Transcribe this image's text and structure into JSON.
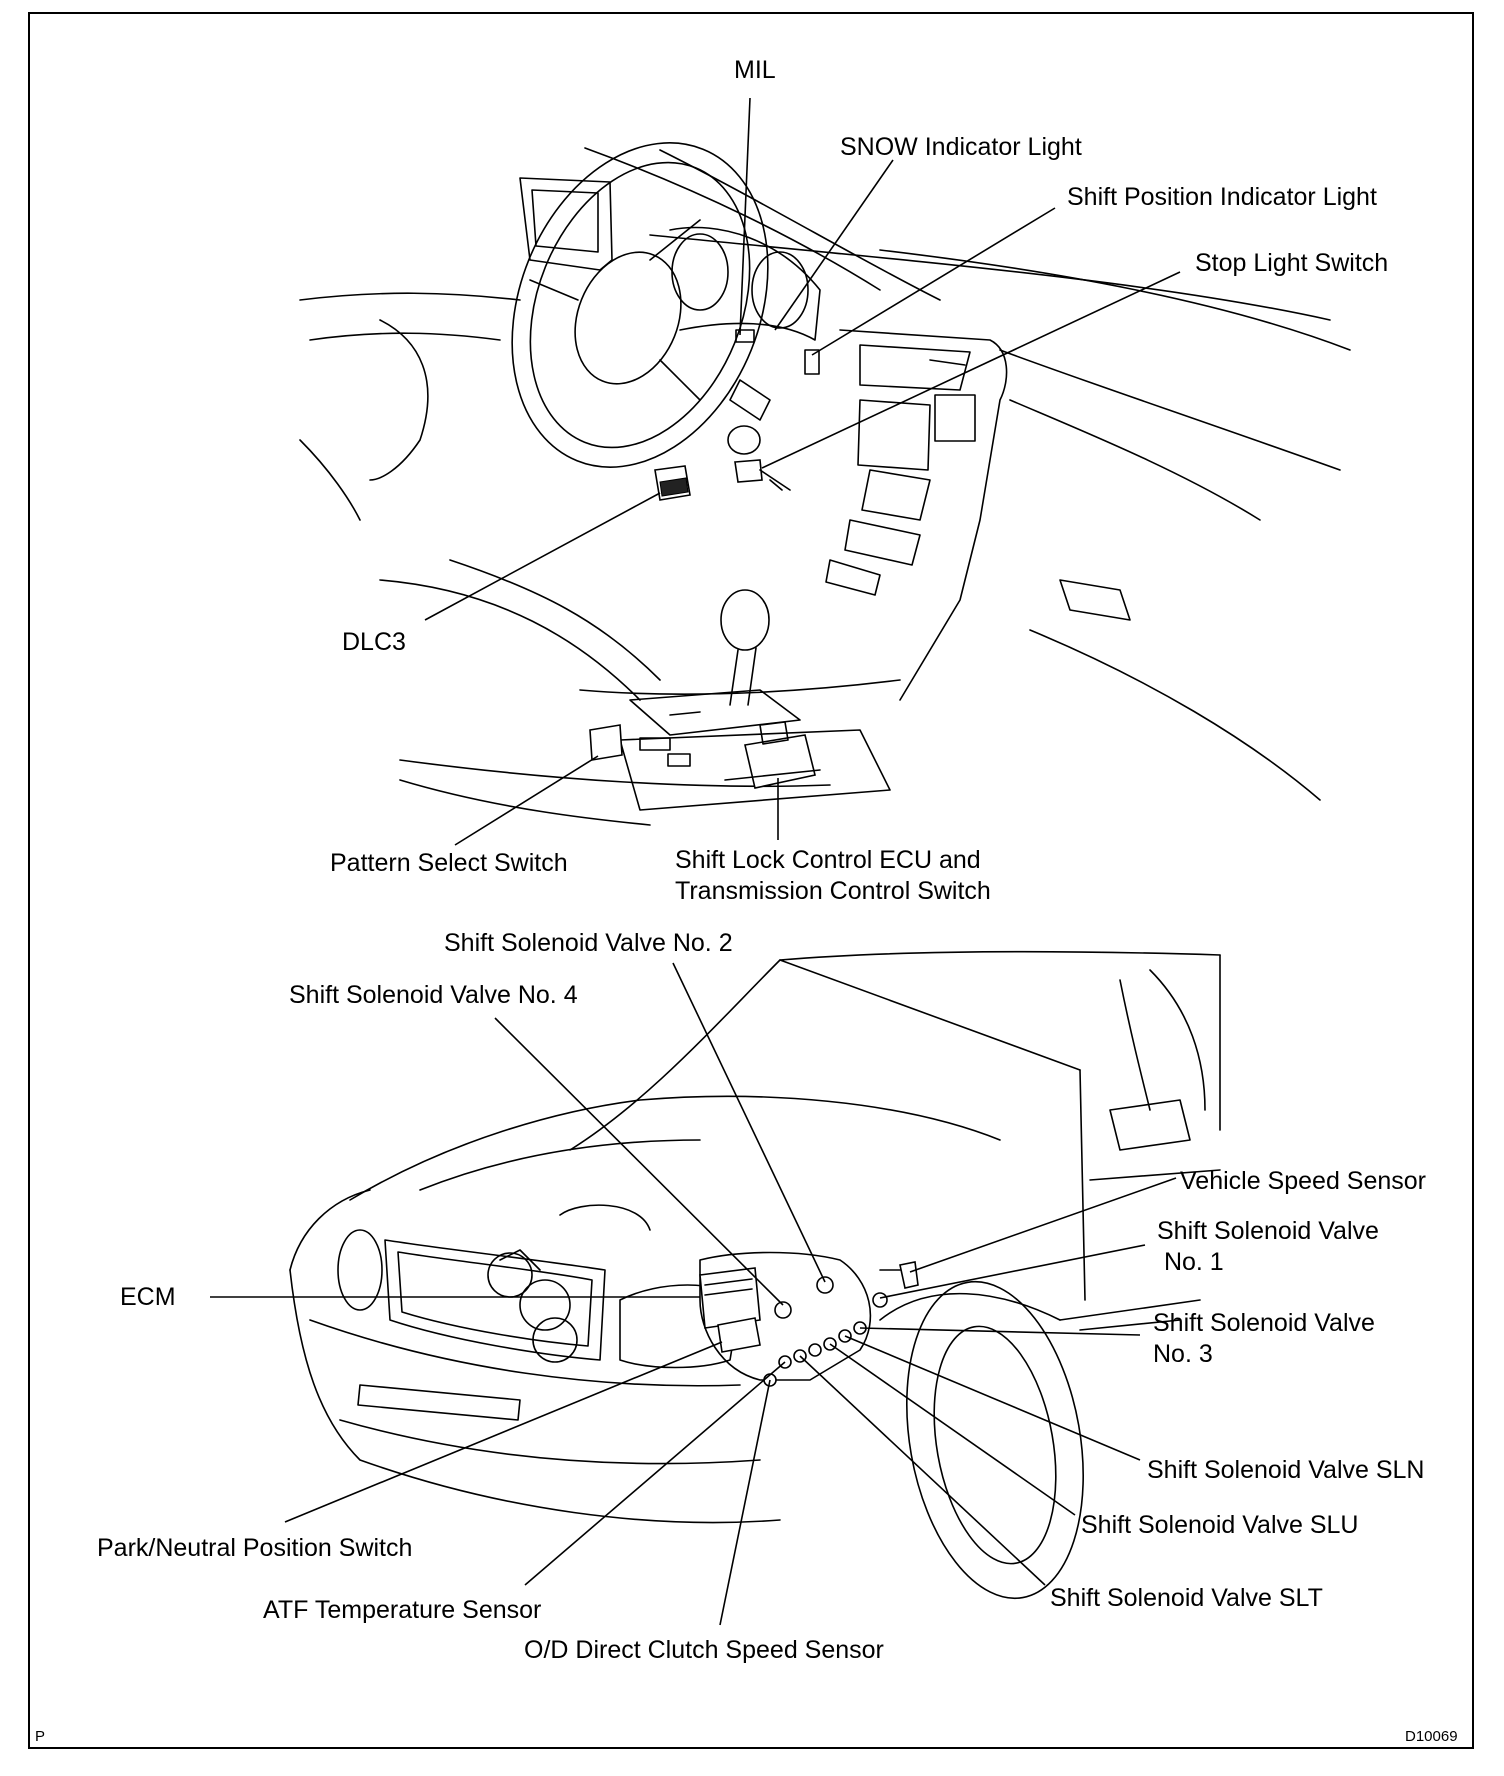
{
  "labels": {
    "mil": "MIL",
    "snow_light": "SNOW Indicator Light",
    "shift_position_light": "Shift Position Indicator Light",
    "stop_light_switch": "Stop Light Switch",
    "dlc3": "DLC3",
    "pattern_select_switch": "Pattern Select Switch",
    "shift_lock_ecu": "Shift Lock Control ECU and\nTransmission Control Switch",
    "ssv_no2": "Shift Solenoid Valve  No. 2",
    "ssv_no4": "Shift Solenoid Valve No. 4",
    "vehicle_speed_sensor": "Vehicle Speed Sensor",
    "ssv_no1": "Shift Solenoid Valve\n No. 1",
    "ecm": "ECM",
    "ssv_no3": "Shift Solenoid Valve\nNo. 3",
    "ssv_sln": "Shift Solenoid Valve SLN",
    "ssv_slu": "Shift Solenoid Valve SLU",
    "park_neutral_switch": "Park/Neutral Position Switch",
    "ssv_slt": "Shift Solenoid Valve SLT",
    "atf_temp_sensor": "ATF Temperature Sensor",
    "od_clutch_sensor": "O/D Direct Clutch Speed Sensor"
  },
  "corner_left": "P",
  "corner_right": "D10069"
}
